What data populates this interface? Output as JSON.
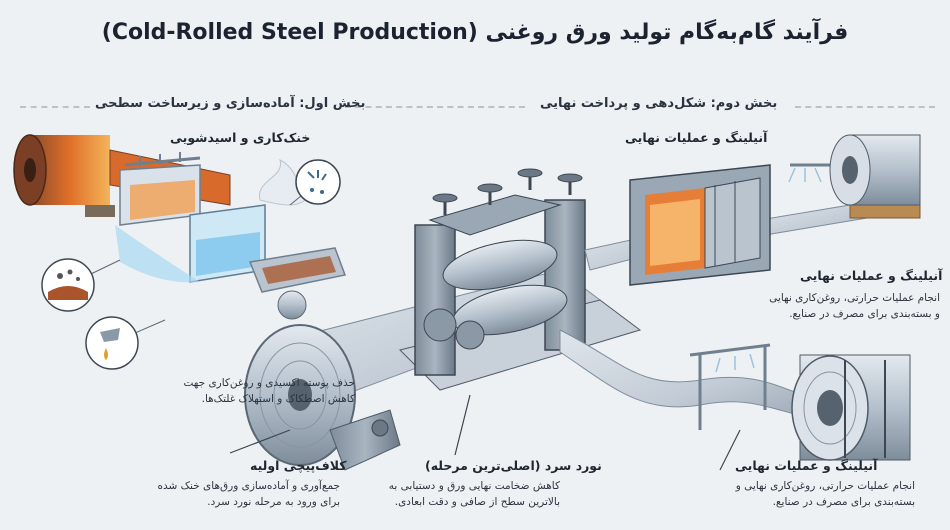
{
  "title": "فرآیند گام‌به‌گام تولید ورق روغنی (Cold-Rolled Steel Production)",
  "section1": "بخش اول: آماده‌سازی و زیرساخت سطحی",
  "section2": "بخش دوم: شکل‌دهی و پرداخت نهایی",
  "labels": {
    "cooling_heading": "خنک‌کاری و اسیدشویی",
    "descale_text": "حذف پوسته اکسیدی و روغن‌کاری جهت کاهش اصطکاک و استهلاک غلتک‌ها.",
    "annealing_top_heading": "آنیلینگ و عملیات نهایی",
    "annealing_right_heading": "آنیلینگ و عملیات نهایی",
    "annealing_right_text": "انجام عملیات حرارتی، روغن‌کاری نهایی و بسته‌بندی برای مصرف در صنایع.",
    "uncoil_heading": "کلاف‌پیچی اولیه",
    "uncoil_text": "جمع‌آوری و آماده‌سازی ورق‌های خنک شده برای ورود به مرحله نورد سرد.",
    "rolling_heading": "نورد سرد (اصلی‌ترین مرحله)",
    "rolling_text": "کاهش ضخامت نهایی ورق و دستیابی به بالاترین سطح از صافی و دقت ابعادی.",
    "annealing_bottom_heading": "آنیلینگ و عملیات نهایی",
    "annealing_bottom_text": "انجام عملیات حرارتی، روغن‌کاری نهایی و بسته‌بندی برای مصرف در صنایع."
  },
  "colors": {
    "steel": "#b7c3cf",
    "steel_dark": "#6f7f8f",
    "hot": "#f07a2a",
    "water": "#7cc4ec",
    "rust": "#a9542a",
    "wood": "#b98a52"
  }
}
